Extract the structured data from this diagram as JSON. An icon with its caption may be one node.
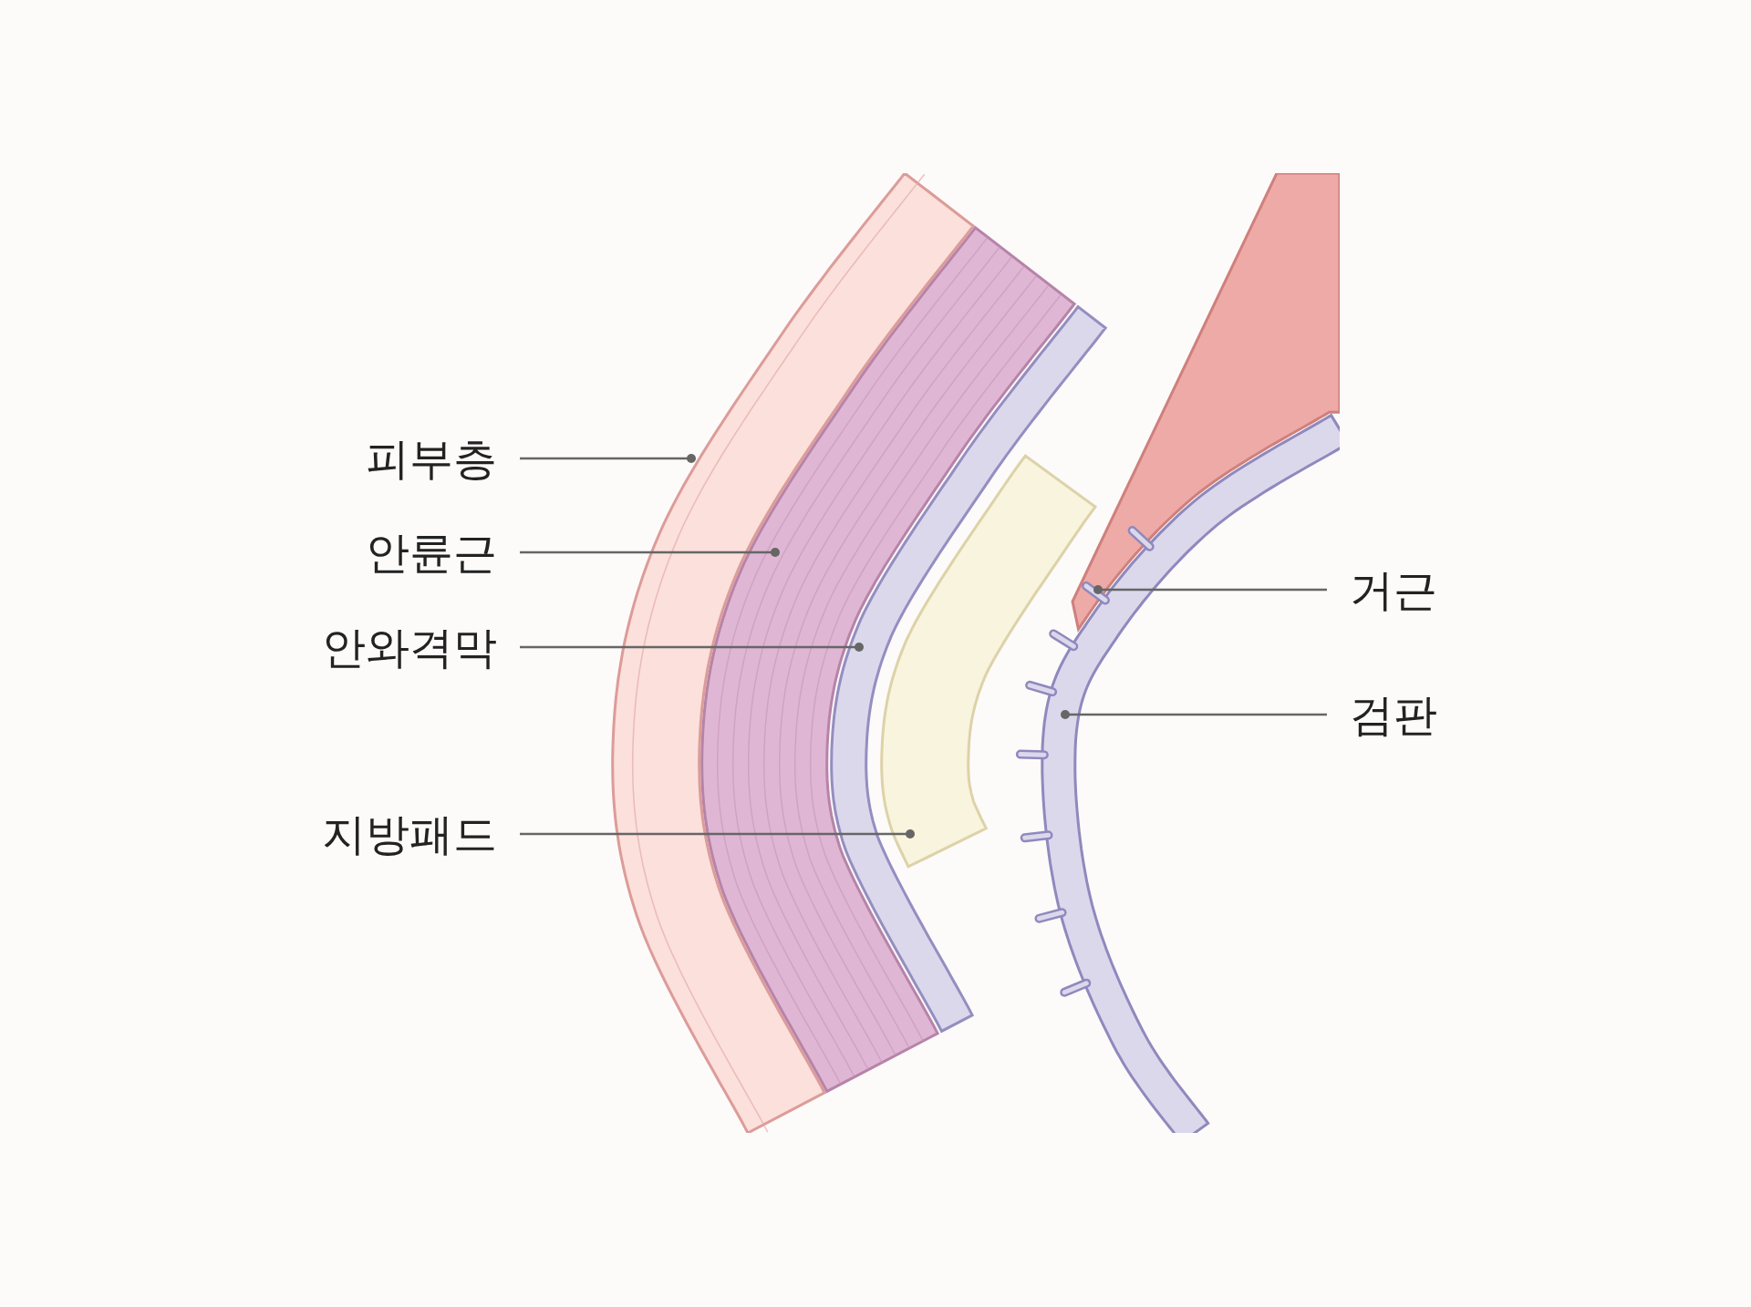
{
  "diagram": {
    "nodes": [
      {
        "text": [
          "피부층"
        ]
      },
      {
        "text": [
          "안륜근"
        ]
      },
      {
        "text": [
          "안와격막"
        ]
      },
      {
        "text": [
          "지방패드"
        ]
      },
      {
        "text": [
          "거근"
        ]
      },
      {
        "text": [
          "검판"
        ]
      },
      {
        "text": [],
        "shape": "picture"
      },
      {
        "text": [],
        "shape": "picture"
      },
      {
        "text": [],
        "shape": "picture"
      },
      {
        "text": [],
        "shape": "picture"
      },
      {
        "text": [],
        "shape": "picture"
      },
      {
        "text": [],
        "shape": "picture"
      }
    ],
    "edges": [
      {
        "from": 0,
        "to": 6,
        "arrow": "other"
      },
      {
        "from": 1,
        "to": 7,
        "arrow": "other"
      },
      {
        "from": 2,
        "to": 8,
        "arrow": "other"
      },
      {
        "from": 3,
        "to": 9,
        "arrow": "other"
      },
      {
        "from": 4,
        "to": 10,
        "arrow": "other"
      },
      {
        "from": 5,
        "to": 11,
        "arrow": "other"
      }
    ]
  }
}
